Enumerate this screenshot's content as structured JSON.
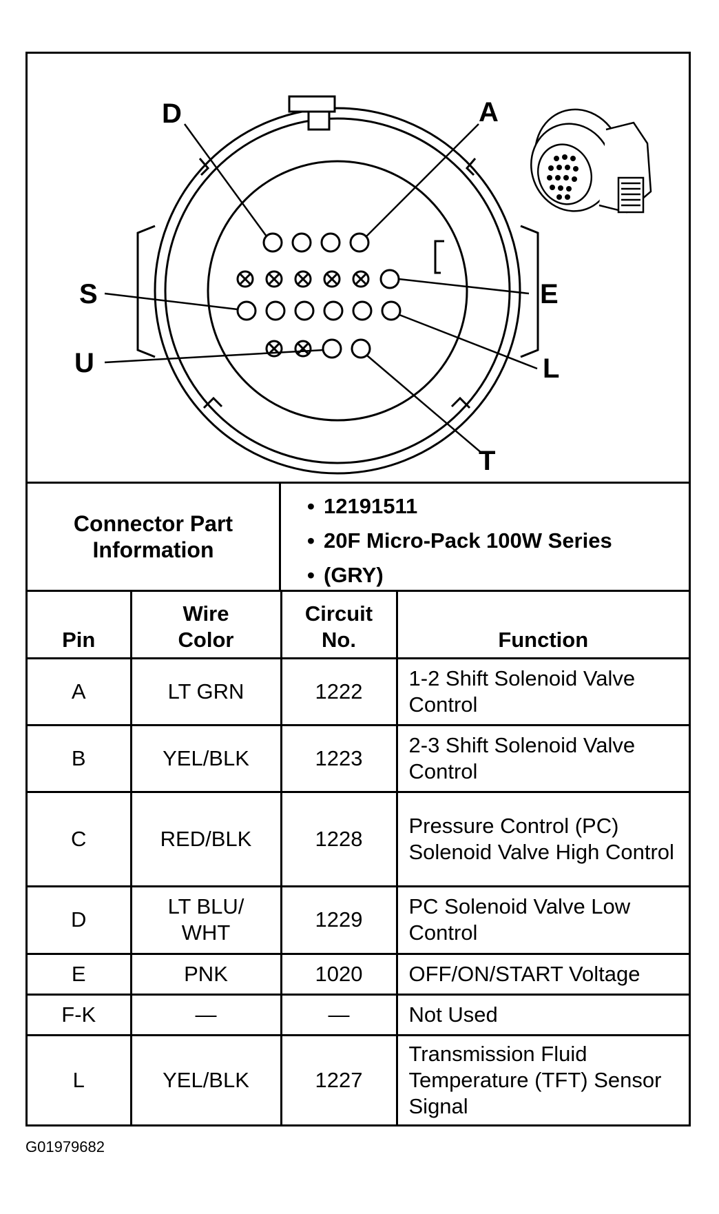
{
  "diagram": {
    "callouts": [
      "D",
      "A",
      "S",
      "E",
      "U",
      "L",
      "T"
    ]
  },
  "part_info": {
    "label": "Connector Part Information",
    "items": [
      "12191511",
      "20F Micro-Pack 100W Series",
      "(GRY)"
    ]
  },
  "table": {
    "headers": {
      "pin": "Pin",
      "wire_color": "Wire Color",
      "circuit": "Circuit No.",
      "function": "Function"
    },
    "rows": [
      {
        "pin": "A",
        "wire_color": "LT GRN",
        "circuit": "1222",
        "function": "1-2 Shift Solenoid Valve Control"
      },
      {
        "pin": "B",
        "wire_color": "YEL/BLK",
        "circuit": "1223",
        "function": "2-3 Shift Solenoid Valve Control"
      },
      {
        "pin": "C",
        "wire_color": "RED/BLK",
        "circuit": "1228",
        "function": "Pressure Control (PC) Solenoid Valve High Control"
      },
      {
        "pin": "D",
        "wire_color": "LT BLU/ WHT",
        "circuit": "1229",
        "function": "PC Solenoid Valve Low Control"
      },
      {
        "pin": "E",
        "wire_color": "PNK",
        "circuit": "1020",
        "function": "OFF/ON/START Voltage"
      },
      {
        "pin": "F-K",
        "wire_color": "—",
        "circuit": "—",
        "function": "Not Used"
      },
      {
        "pin": "L",
        "wire_color": "YEL/BLK",
        "circuit": "1227",
        "function": "Transmission Fluid Temperature (TFT) Sensor Signal"
      }
    ]
  },
  "figure_id": "G01979682"
}
